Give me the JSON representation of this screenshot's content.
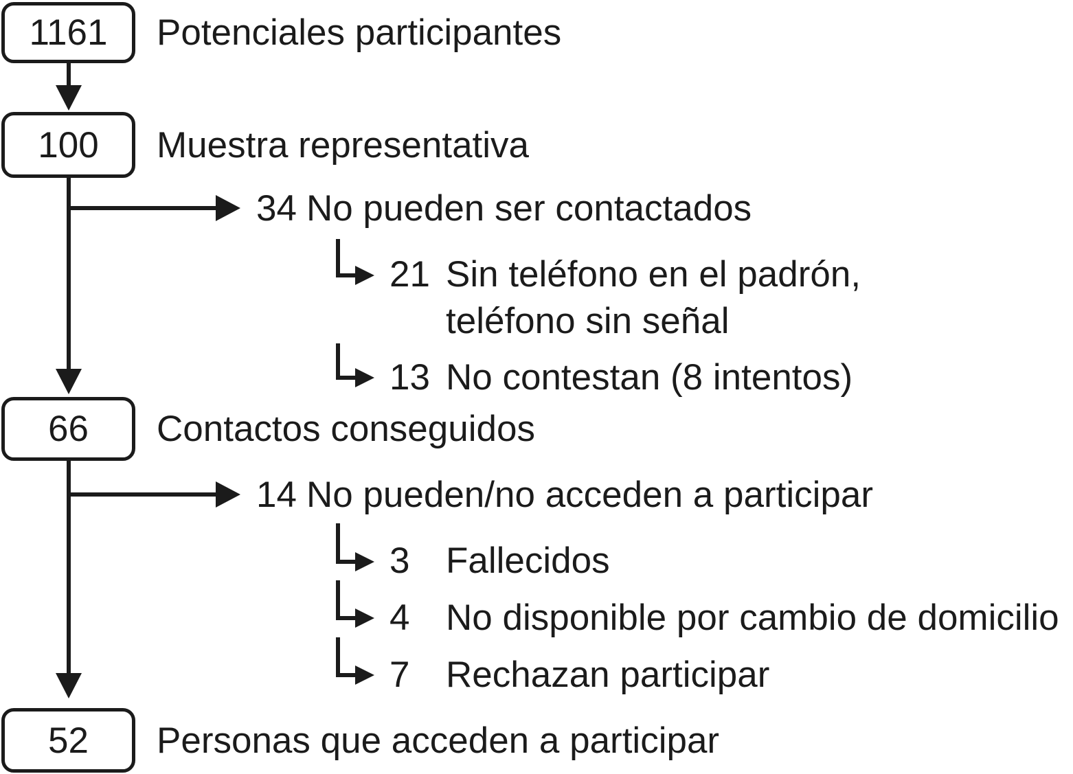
{
  "colors": {
    "ink": "#1b1b1b",
    "background": "#ffffff"
  },
  "flow": {
    "nodes": [
      {
        "count": "1161",
        "label": "Potenciales participantes"
      },
      {
        "count": "100",
        "label": "Muestra representativa"
      },
      {
        "count": "66",
        "label": "Contactos conseguidos"
      },
      {
        "count": "52",
        "label": "Personas que acceden a participar"
      }
    ],
    "exclusions": [
      {
        "count": "34",
        "label": "No pueden ser contactados",
        "reasons": [
          {
            "count": "21",
            "label": "Sin teléfono en el padrón,",
            "label_line2": "teléfono sin señal"
          },
          {
            "count": "13",
            "label": "No contestan (8 intentos)"
          }
        ]
      },
      {
        "count": "14",
        "label": "No pueden/no acceden a participar",
        "reasons": [
          {
            "count": "3",
            "label": "Fallecidos"
          },
          {
            "count": "4",
            "label": "No disponible por cambio de domicilio"
          },
          {
            "count": "7",
            "label": "Rechazan participar"
          }
        ]
      }
    ]
  }
}
